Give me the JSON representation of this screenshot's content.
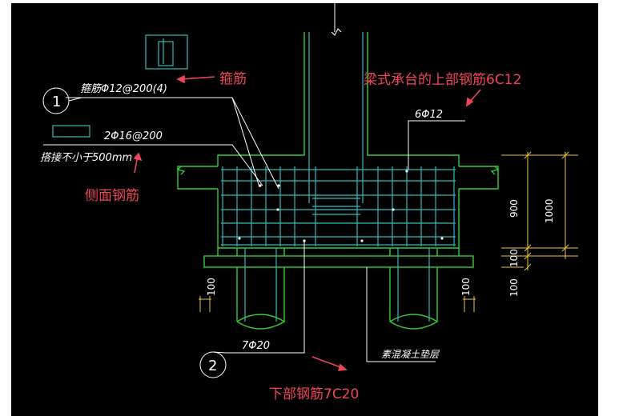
{
  "labels": {
    "stirrup_callout": "箍筋Φ12@200(4)",
    "stirrup_red": "箍筋",
    "top_rebar_red": "梁式承台的上部钢筋6C12",
    "top_rebar_callout": "6Φ12",
    "side_rebar_callout": "2Φ16@200",
    "lap_note": "搭接不小于500mm",
    "side_rebar_red": "侧面钢筋",
    "bottom_rebar_callout": "7Φ20",
    "bottom_rebar_red": "下部钢筋7C20",
    "cushion_note": "素混凝土垫层",
    "mark_1": "1",
    "mark_2": "2"
  },
  "dimensions": {
    "dim_1000": "1000",
    "dim_900": "900",
    "dim_100_upper": "100",
    "dim_100_lower": "100",
    "dim_100_left": "100",
    "dim_100_right": "100"
  },
  "colors": {
    "concrete": "#33cc33",
    "rebar": "#33bbbb",
    "leader": "#ffffff",
    "dimension": "#f0c832",
    "annotation": "#f0455a"
  }
}
